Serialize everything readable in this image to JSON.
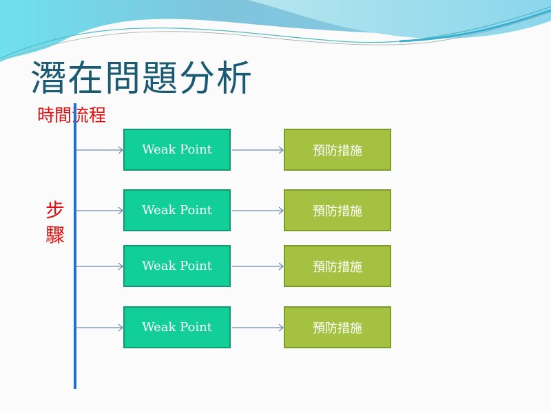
{
  "slide": {
    "title": "潛在問題分析",
    "time_label": "時間流程",
    "step_label": "步驟",
    "rows": [
      {
        "weak_point": "Weak Point",
        "measure": "預防措施"
      },
      {
        "weak_point": "Weak Point",
        "measure": "預防措施"
      },
      {
        "weak_point": "Weak Point",
        "measure": "預防措施"
      },
      {
        "weak_point": "Weak Point",
        "measure": "預防措施"
      }
    ]
  },
  "colors": {
    "title": "#1a5a72",
    "label": "#e01010",
    "axis": "#1f6fd6",
    "weak_point": "#12cf9a",
    "measure": "#a4c142"
  }
}
